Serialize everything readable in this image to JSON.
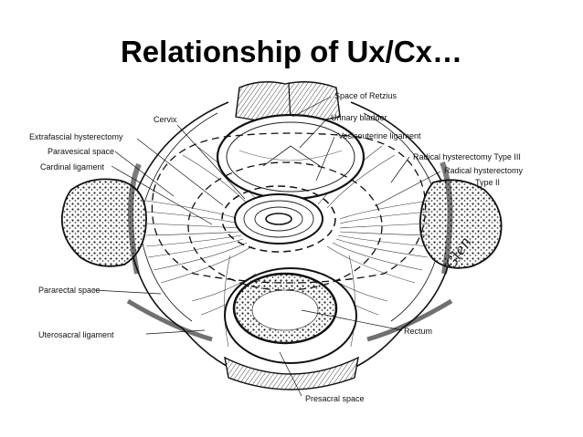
{
  "title": "Relationship of Ux/Cx…",
  "labels": {
    "space_of_retzius": "Space of Retzius",
    "cervix": "Cervix",
    "urinary_bladder": "Urinary bladder",
    "extrafascial_hysterectomy": "Extrafascial hysterectomy",
    "vesicouterine_ligament": "Vesicouterine ligament",
    "paravesical_space": "Paravesical space",
    "radical_hysterectomy_type_iii": "Radical hysterectomy Type III",
    "cardinal_ligament": "Cardinal ligament",
    "radical_hysterectomy_type_ii_line1": "Radical hysterectomy",
    "radical_hysterectomy_type_ii_line2": "Type II",
    "pararectal_space": "Pararectal space",
    "uterosacral_ligament": "Uterosacral ligament",
    "rectum": "Rectum",
    "presacral_space": "Presacral space"
  },
  "signature": "Glen"
}
